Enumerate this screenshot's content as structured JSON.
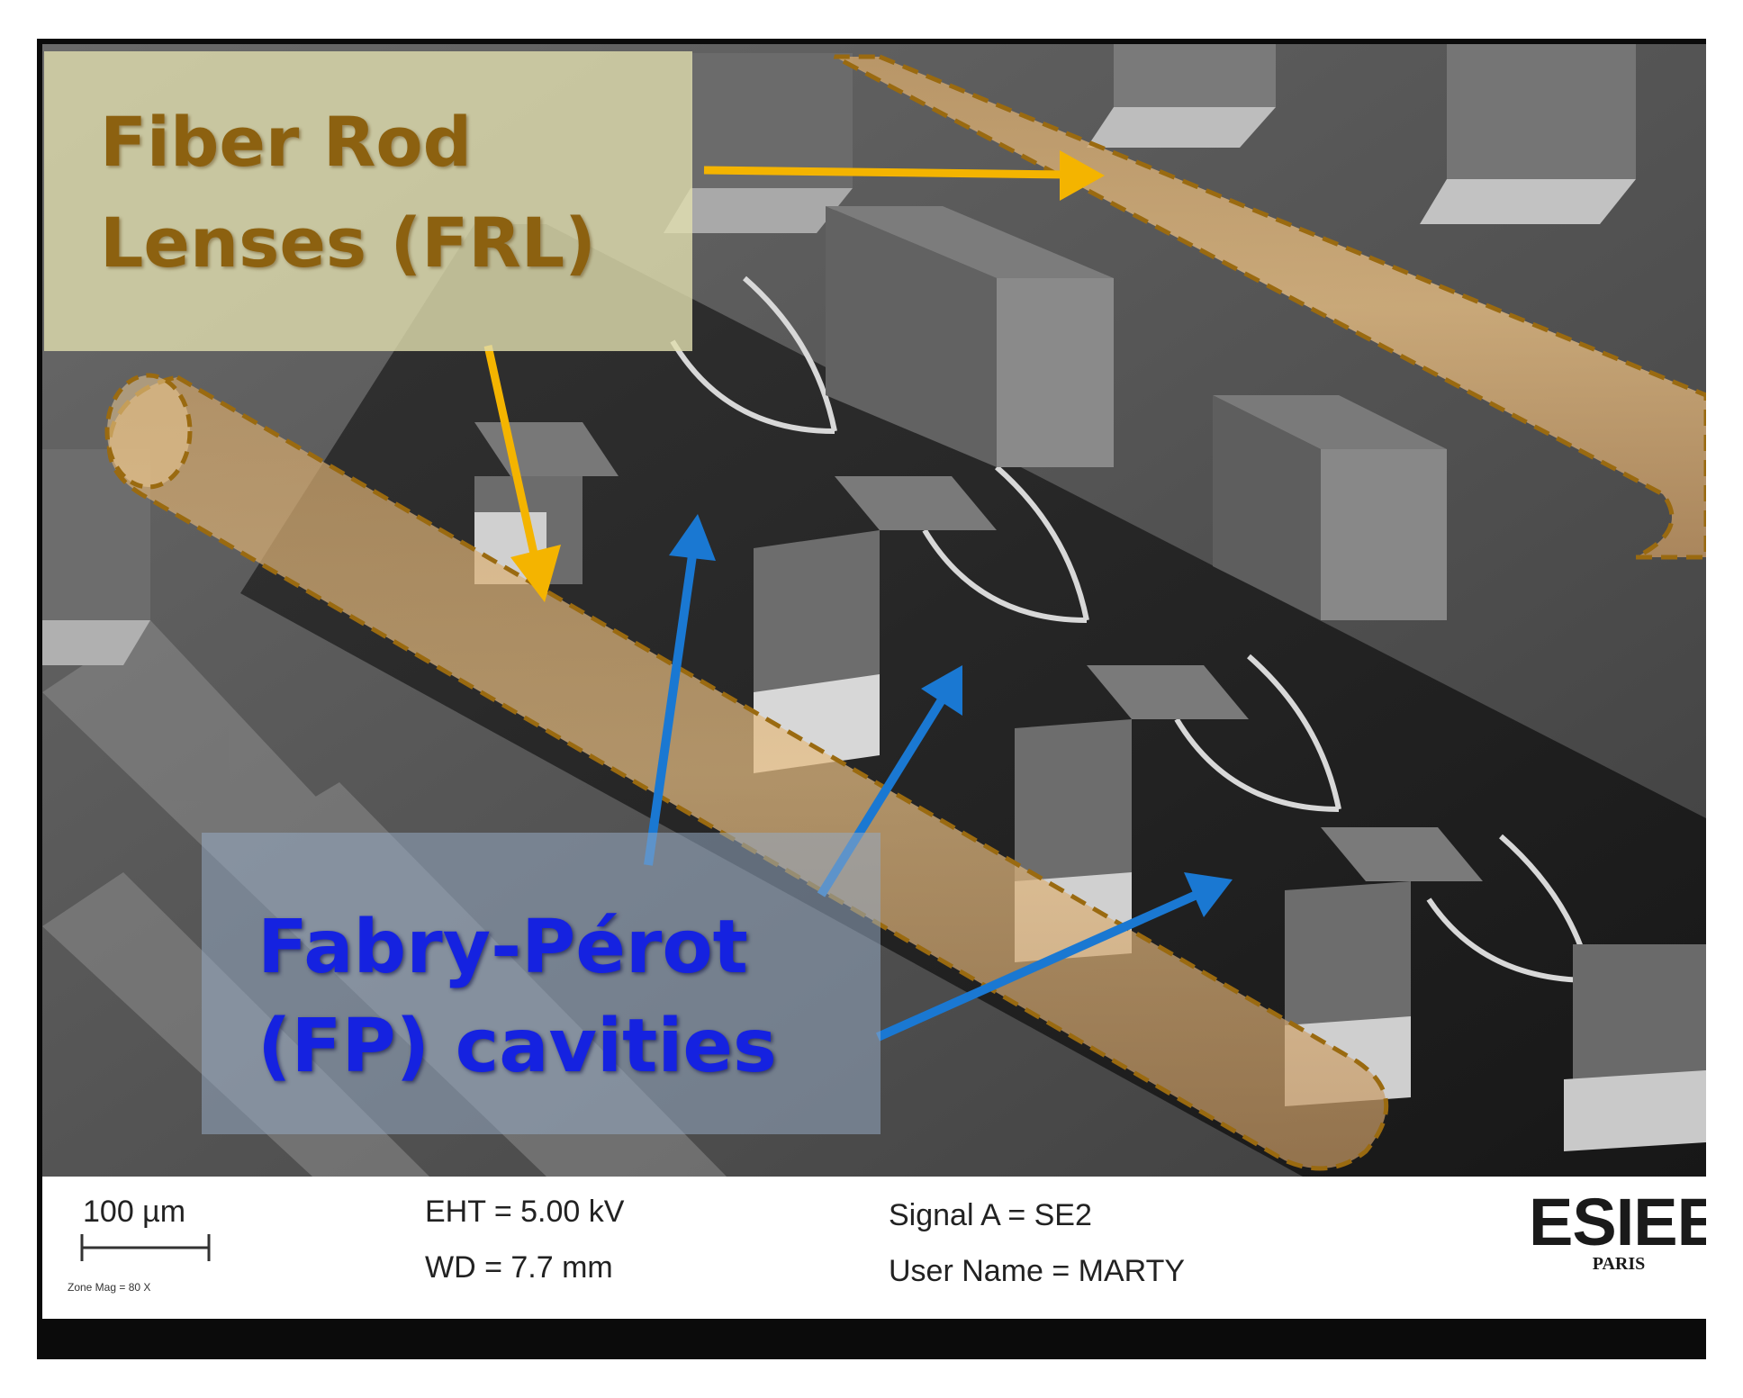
{
  "figure": {
    "callouts": {
      "frl": {
        "lines": [
          "Fiber Rod",
          "Lenses (FRL)"
        ],
        "color": "#8C6110"
      },
      "fp": {
        "lines": [
          "Fabry-Pérot",
          "(FP) cavities"
        ],
        "color": "#1522E0"
      }
    },
    "colors": {
      "frl_highlight": "#E8B470",
      "frl_outline": "#9A6A10",
      "frl_arrow": "#F4B400",
      "fp_arrow": "#1A78D2"
    }
  },
  "sem_info": {
    "scale_label": "100 µm",
    "zone_mag": "Zone Mag =   80 X",
    "eht": "EHT =  5.00 kV",
    "wd": "WD =  7.7 mm",
    "signal": "Signal A = SE2",
    "user": "User Name = MARTY",
    "logo": "ESIEE",
    "logo_sub": "PARIS"
  }
}
